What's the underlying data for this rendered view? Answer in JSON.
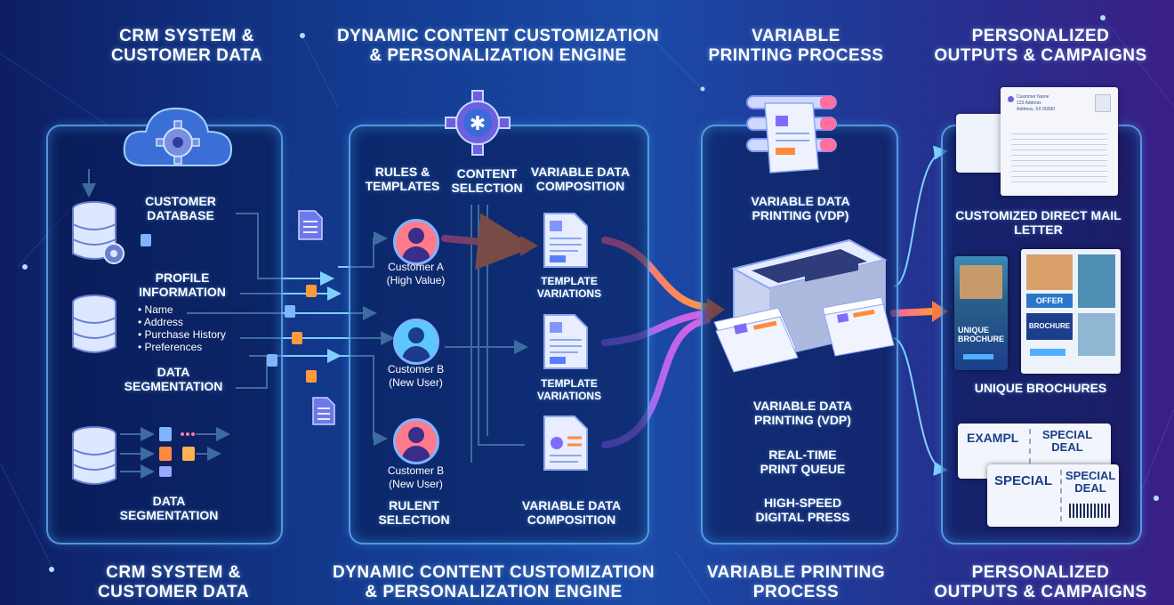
{
  "top_titles": {
    "crm": "CRM SYSTEM &\nCUSTOMER DATA",
    "engine": "DYNAMIC CONTENT CUSTOMIZATION\n& PERSONALIZATION ENGINE",
    "printing": "VARIABLE\nPRINTING PROCESS",
    "outputs": "PERSONALIZED\nOUTPUTS & CAMPAIGNS"
  },
  "bottom_titles": {
    "crm": "CRM SYSTEM &\nCUSTOMER DATA",
    "engine": "DYNAMIC CONTENT CUSTOMIZATION\n& PERSONALIZATION ENGINE",
    "printing": "VARIABLE PRINTING\nPROCESS",
    "outputs": "PERSONALIZED\nOUTPUTS & CAMPAIGNS"
  },
  "crm": {
    "customer_database": "CUSTOMER\nDATABASE",
    "profile_information": "PROFILE\nINFORMATION",
    "profile_fields": [
      "Name",
      "Address",
      "Purchase History",
      "Preferences"
    ],
    "data_segmentation_1": "DATA\nSEGMENTATION",
    "data_segmentation_2": "DATA\nSEGMENTATION"
  },
  "engine": {
    "rules_templates": "RULES &\nTEMPLATES",
    "content_selection": "CONTENT\nSELECTION",
    "variable_data_composition_top": "VARIABLE DATA\nCOMPOSITION",
    "customer_a": "Customer A\n(High Value)",
    "customer_b1": "Customer B\n(New User)",
    "customer_b2": "Customer B\n(New User)",
    "template_variations_1": "TEMPLATE\nVARIATIONS",
    "template_variations_2": "TEMPLATE\nVARIATIONS",
    "rulent_selection": "RULENT\nSELECTION",
    "variable_data_composition_bottom": "VARIABLE DATA\nCOMPOSITION"
  },
  "printing": {
    "vdp_top": "VARIABLE DATA\nPRINTING (VDP)",
    "vdp_bottom": "VARIABLE DATA\nPRINTING (VDP)",
    "print_queue": "REAL-TIME\nPRINT QUEUE",
    "digital_press": "HIGH-SPEED\nDIGITAL PRESS"
  },
  "outputs": {
    "direct_mail": "CUSTOMIZED DIRECT MAIL\nLETTER",
    "brochures": "UNIQUE BROCHURES",
    "letter_header": "Customer Name\n123 Address\nAddress, XX 90000",
    "brochure_text_1": "UNIQUE\nBROCHURE",
    "brochure_text_2": "OFFER",
    "brochure_text_3": "BROCHURE",
    "coupon_1_left": "EXAMPL",
    "coupon_1_right": "SPECIAL\nDEAL",
    "coupon_2_left": "SPECIAL",
    "coupon_2_right": "SPECIAL\nDEAL"
  },
  "colors": {
    "panel_border": "#6ebeff",
    "arrow_blue": "#7fd0ff",
    "arrow_orange": "#ff8a3d",
    "arrow_magenta": "#d64ad6"
  }
}
